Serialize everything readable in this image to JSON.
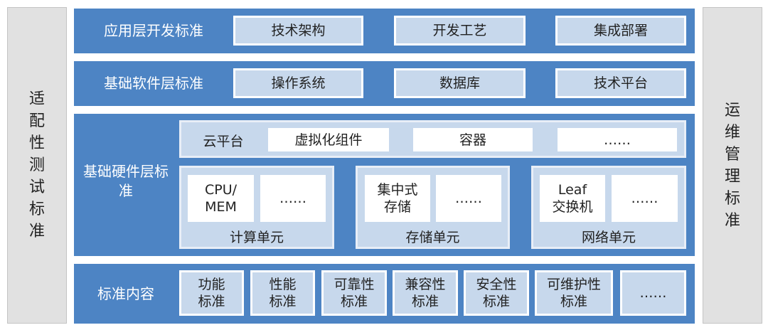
{
  "left_side": "适配性测试标准",
  "right_side": "运维管理标准",
  "app_layer": {
    "label": "应用层开发标准",
    "items": [
      "技术架构",
      "开发工艺",
      "集成部署"
    ]
  },
  "software_layer": {
    "label": "基础软件层标准",
    "items": [
      "操作系统",
      "数据库",
      "技术平台"
    ]
  },
  "hardware_layer": {
    "label": "基础硬件层标准",
    "cloud": {
      "label": "云平台",
      "items": [
        "虚拟化组件",
        "容器",
        "……"
      ]
    },
    "units": [
      {
        "label": "计算单元",
        "items": [
          "CPU/ MEM",
          "……"
        ]
      },
      {
        "label": "存储单元",
        "items": [
          "集中式存储",
          "……"
        ]
      },
      {
        "label": "网络单元",
        "items": [
          "Leaf 交换机",
          "……"
        ]
      }
    ]
  },
  "standards": {
    "label": "标准内容",
    "items": [
      "功能标准",
      "性能标准",
      "可靠性标准",
      "兼容性标准",
      "安全性标准",
      "可维护性标准",
      "……"
    ]
  },
  "colors": {
    "layer_blue": "#4d84c4",
    "light_box": "#c7d8ec",
    "side_gray": "#e1e1e1"
  }
}
